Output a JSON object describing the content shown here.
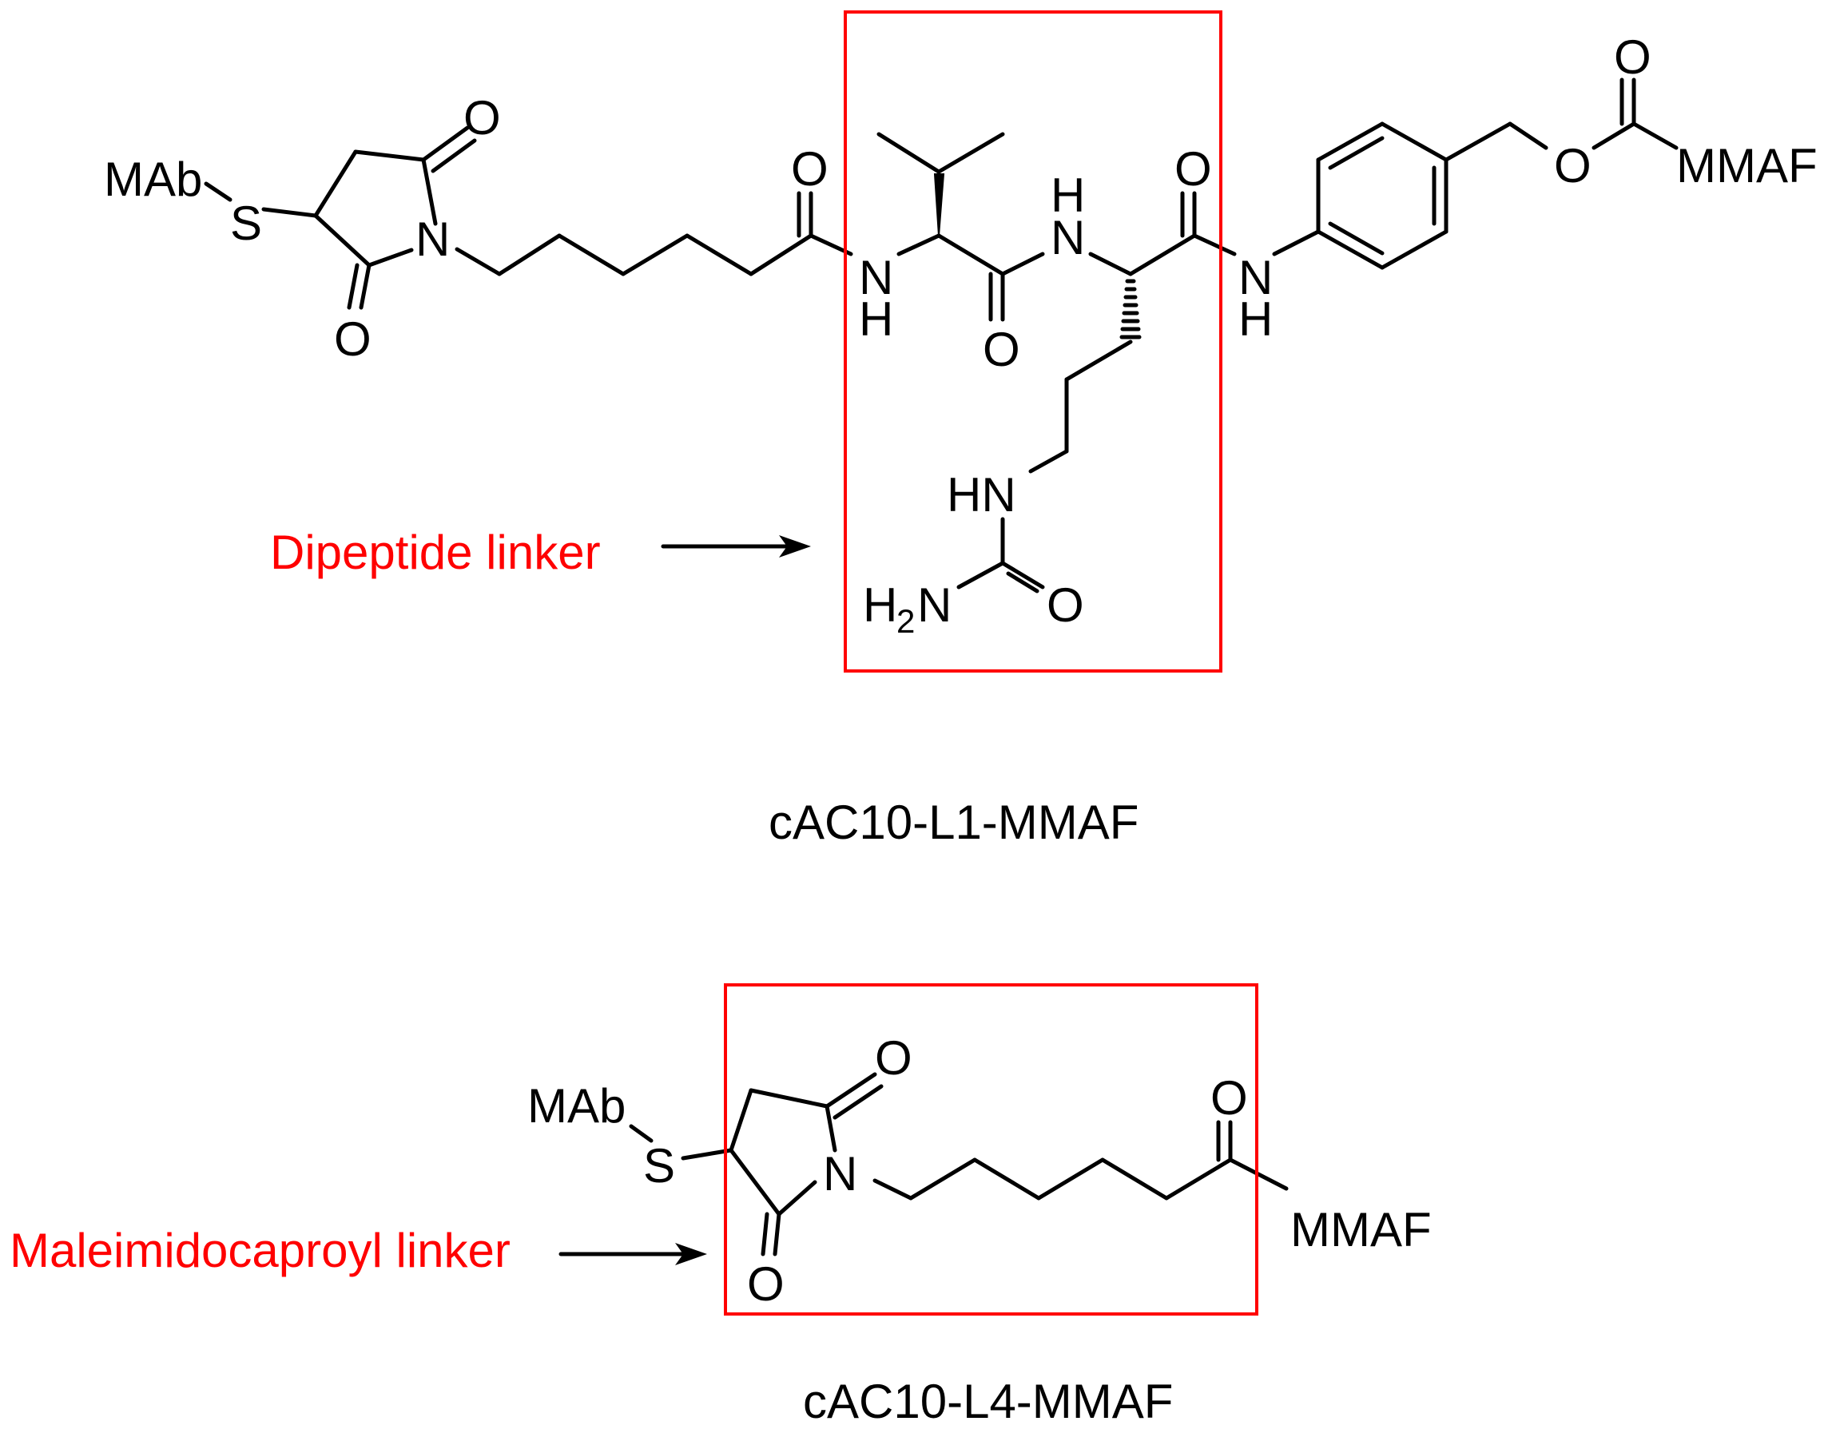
{
  "colors": {
    "highlight": "#ff0000",
    "ink": "#000000",
    "background": "#ffffff"
  },
  "structure1": {
    "caption": "cAC10-L1-MMAF",
    "callout": "Dipeptide linker",
    "atoms": {
      "mab": "MAb",
      "s": "S",
      "n_ring": "N",
      "o_ring_top": "O",
      "o_ring_bottom": "O",
      "o_caproyl": "O",
      "nh_val_n": "N",
      "nh_val_h": "H",
      "o_val": "O",
      "nh_cit_h": "H",
      "nh_cit_n": "N",
      "o_cit": "O",
      "nh_urea": "HN",
      "h2n_h": "H",
      "h2n_2": "2",
      "h2n_n": "N",
      "o_urea": "O",
      "nh_pab_n": "N",
      "nh_pab_h": "H",
      "o_ester": "O",
      "o_carbonyl": "O",
      "mmaf": "MMAF"
    }
  },
  "structure2": {
    "caption": "cAC10-L4-MMAF",
    "callout": "Maleimidocaproyl linker",
    "atoms": {
      "mab": "MAb",
      "s": "S",
      "n_ring": "N",
      "o_ring_top": "O",
      "o_ring_bottom": "O",
      "o_caproyl": "O",
      "mmaf": "MMAF"
    }
  }
}
